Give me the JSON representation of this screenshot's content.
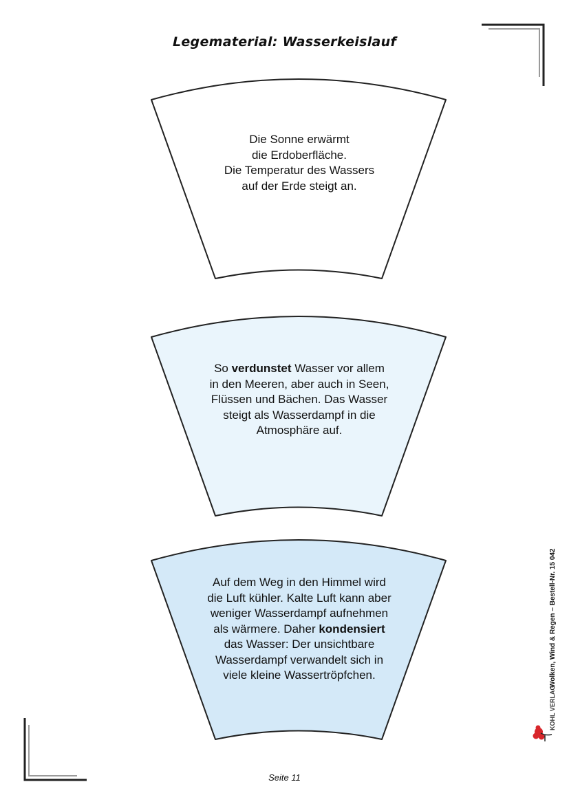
{
  "page": {
    "title": "Legematerial: Wasserkeislauf",
    "footer": "Seite 11",
    "side_note": "Wolken, Wind & Regen  –  Bestell-Nr. 15 042",
    "publisher": "KOHL VERLAG"
  },
  "cards": [
    {
      "fill": "#ffffff",
      "lines": [
        "Die Sonne erwärmt",
        "die Erdoberfläche.",
        "Die Temperatur des Wassers",
        "auf der Erde steigt an."
      ]
    },
    {
      "fill": "#eaf5fc",
      "line1_pre": "So ",
      "line1_bold": "verdunstet",
      "line1_post": " Wasser vor allem",
      "lines_rest": [
        "in den Meeren, aber auch in Seen,",
        "Flüssen und Bächen. Das Wasser",
        "steigt als Wasserdampf in die",
        "Atmosphäre auf."
      ]
    },
    {
      "fill": "#d4e9f8",
      "lines_pre": [
        "Auf dem Weg in den Himmel wird",
        "die Luft kühler. Kalte Luft kann aber",
        "weniger Wasserdampf aufnehmen"
      ],
      "line4_pre": "als wärmere. Daher ",
      "line4_bold": "kondensiert",
      "lines_post": [
        "das Wasser: Der unsichtbare",
        "Wasserdampf verwandelt sich in",
        "viele kleine Wassertröpfchen."
      ]
    }
  ],
  "colors": {
    "card_stroke": "#222222",
    "corner_dark": "#222222",
    "corner_light": "#9a9a9a",
    "logo_red": "#d8262b"
  }
}
